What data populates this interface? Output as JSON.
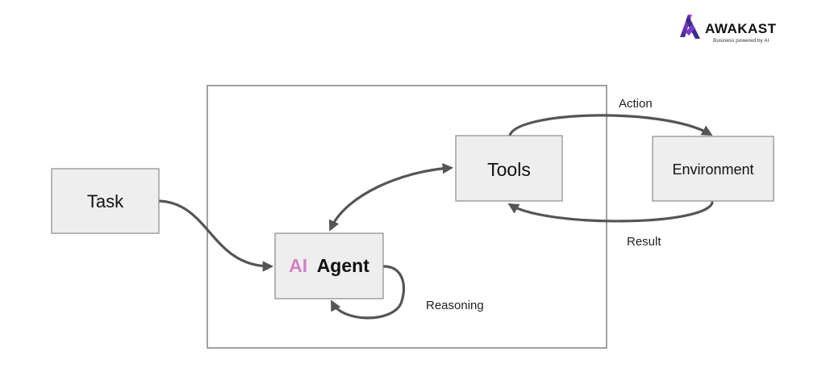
{
  "logo": {
    "name": "AWAKAST",
    "tagline": "Business powered by AI",
    "colors": {
      "mark_top": "#c23ce0",
      "mark_bottom": "#3b2d8f",
      "wordmark": "#111111"
    }
  },
  "nodes": {
    "task": {
      "label": "Task"
    },
    "agent": {
      "prefix": "AI",
      "label": "Agent",
      "prefix_color": "#d27fc4"
    },
    "tools": {
      "label": "Tools"
    },
    "environment": {
      "label": "Environment"
    }
  },
  "edges": {
    "action": "Action",
    "result": "Result",
    "reasoning": "Reasoning"
  },
  "colors": {
    "box_fill": "#eeeeee",
    "box_border": "#8a8a8a",
    "arrow": "#555555"
  }
}
